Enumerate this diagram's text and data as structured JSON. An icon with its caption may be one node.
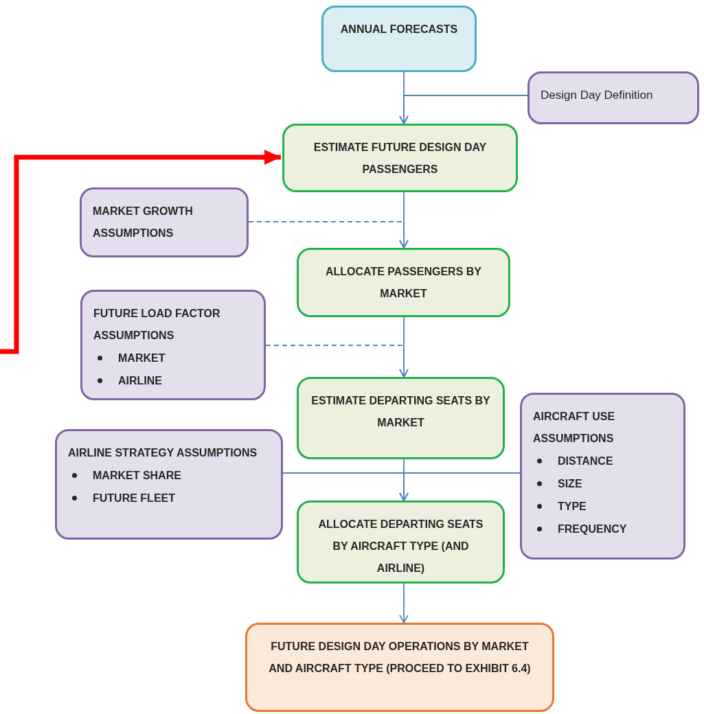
{
  "diagram": {
    "nodes": [
      {
        "text": [
          "ANNUAL FORECASTS"
        ]
      },
      {
        "text": [
          "Design Day Definition"
        ]
      },
      {
        "text": [
          "ESTIMATE FUTURE DESIGN DAY PASSENGERS"
        ]
      },
      {
        "text": [
          "MARKET GROWTH ASSUMPTIONS"
        ]
      },
      {
        "text": [
          "ALLOCATE PASSENGERS BY MARKET"
        ]
      },
      {
        "text": [
          "FUTURE LOAD FACTOR ASSUMPTIONS",
          "MARKET",
          "AIRLINE"
        ]
      },
      {
        "text": [
          "ESTIMATE DEPARTING SEATS BY MARKET"
        ]
      },
      {
        "text": [
          "AIRLINE STRATEGY ASSUMPTIONS",
          "MARKET SHARE",
          "FUTURE FLEET"
        ]
      },
      {
        "text": [
          "AIRCRAFT USE ASSUMPTIONS",
          "DISTANCE",
          "SIZE",
          "TYPE",
          "FREQUENCY"
        ]
      },
      {
        "text": [
          "ALLOCATE DEPARTING SEATS BY AIRCRAFT TYPE (AND AIRLINE)"
        ]
      },
      {
        "text": [
          "FUTURE DESIGN DAY OPERATIONS BY MARKET AND AIRCRAFT TYPE (PROCEED TO EXHIBIT 6.4)"
        ]
      }
    ],
    "edges": [
      {
        "from": 0,
        "to": 2,
        "arrow": "to"
      },
      {
        "from": 1,
        "to": 2,
        "arrow": "to"
      },
      {
        "from": 2,
        "to": 4,
        "arrow": "to"
      },
      {
        "from": 3,
        "to": 4,
        "arrow": "to",
        "style": "dashed"
      },
      {
        "from": 4,
        "to": 6,
        "arrow": "to"
      },
      {
        "from": 5,
        "to": 6,
        "arrow": "to",
        "style": "dashed"
      },
      {
        "from": 6,
        "to": 9,
        "arrow": "to"
      },
      {
        "from": 7,
        "to": 9,
        "arrow": "to"
      },
      {
        "from": 8,
        "to": 9,
        "arrow": "to"
      },
      {
        "from": 9,
        "to": 10,
        "arrow": "to"
      },
      {
        "from": null,
        "to": 2,
        "arrow": "to",
        "style": "thick",
        "color": "#ff0000"
      }
    ]
  }
}
